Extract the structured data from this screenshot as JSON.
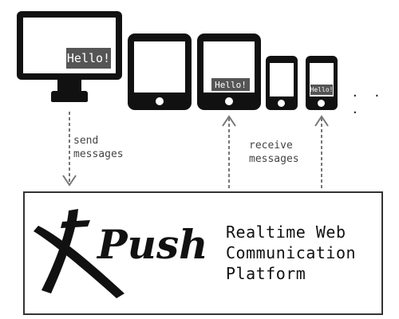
{
  "devices": {
    "monitor_hello": "Hello!",
    "tablet2_hello": "Hello!",
    "phone2_hello": "Hello!",
    "more": "· · ·"
  },
  "arrows": {
    "send_label_line1": "send",
    "send_label_line2": "messages",
    "receive_label_line1": "receive",
    "receive_label_line2": "messages"
  },
  "platform": {
    "logo": "XPush",
    "tagline_line1": "Realtime Web",
    "tagline_line2": "Communication",
    "tagline_line3": "Platform"
  }
}
